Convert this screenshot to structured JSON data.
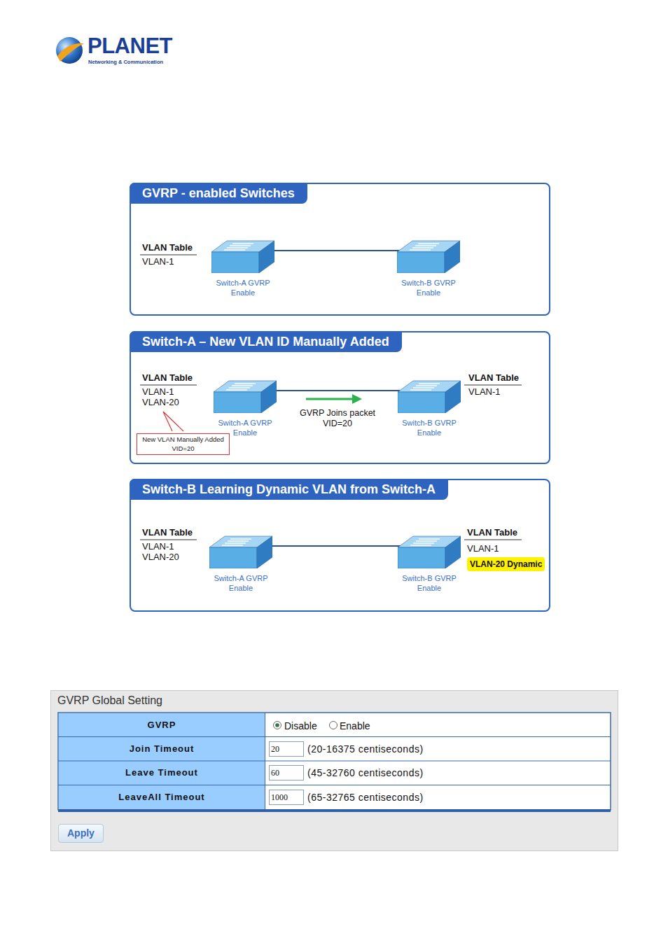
{
  "diagram": {
    "nodes": [
      {
        "text": [
          "GVRP - enabled Switches"
        ]
      },
      {
        "text": [
          "Switch-A GVRP Enable"
        ],
        "in": 0
      },
      {
        "text": [
          "Switch-B GVRP Enable"
        ],
        "in": 0
      },
      {
        "text": [
          "Switch-A – New VLAN ID Manually Added"
        ]
      },
      {
        "text": [
          "Switch-A GVRP Enable"
        ],
        "in": 3
      },
      {
        "text": [
          "New VLAN Manually Added VID=20"
        ],
        "in": 3
      },
      {
        "text": [
          "Switch-B GVRP Enable"
        ],
        "in": 3
      },
      {
        "text": [
          "Switch-B Learning Dynamic VLAN from Switch-A"
        ]
      },
      {
        "text": [
          "Switch-A GVRP Enable"
        ],
        "in": 7
      },
      {
        "text": [
          "Switch-B GVRP Enable"
        ],
        "in": 7
      },
      {
        "text": [
          "VLAN-20 Dynamic"
        ],
        "in": 7
      },
      {
        "text": [
          "GVRP Global Setting"
        ]
      },
      {
        "text": [
          "Apply"
        ],
        "in": 11
      }
    ],
    "edges": [
      {
        "from": 1,
        "to": 2,
        "arrow": "none"
      },
      {
        "from": 4,
        "to": 6,
        "arrow": "none"
      },
      {
        "from": 8,
        "to": 9,
        "arrow": "none"
      }
    ],
    "labels": [
      "PLANET",
      "Networking & Communication",
      "VLAN Table",
      "VLAN-1",
      "VLAN Table",
      "VLAN-1",
      "VLAN-20",
      "GVRP Joins packet VID=20",
      "VLAN Table",
      "VLAN-1",
      "VLAN Table",
      "VLAN-1",
      "VLAN-20",
      "VLAN Table",
      "VLAN-1",
      "GVRP",
      "Disable",
      "Enable",
      "Join Timeout",
      "20",
      "(20-16375 centiseconds)",
      "Leave Timeout",
      "60",
      "(45-32760 centiseconds)",
      "LeaveAll Timeout",
      "1000",
      "(65-32765 centiseconds)"
    ]
  }
}
